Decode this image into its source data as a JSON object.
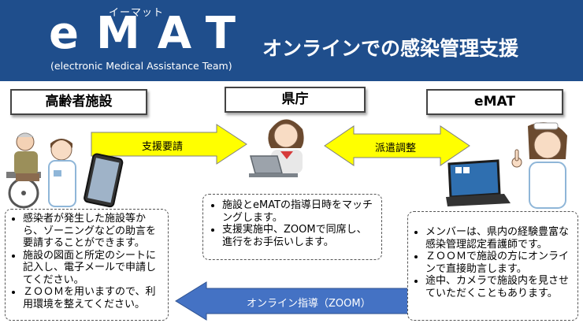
{
  "header": {
    "brand_ruby": "イーマット",
    "brand": "eMAT",
    "brand_full": "(electronic Medical Assistance Team)",
    "headline": "オンラインでの感染管理支援"
  },
  "nodes": {
    "facility": "高齢者施設",
    "prefecture": "県庁",
    "emat": "eMAT"
  },
  "arrows": {
    "request": "支援要請",
    "coordination": "派遣調整",
    "online_guidance": "オンライン指導（ZOOM）"
  },
  "notes": {
    "facility": [
      "感染者が発生した施設等から、ゾーニングなどの助言を要請することができます。",
      "施設の図面と所定のシートに記入し、電子メールで申請してください。",
      "ＺＯＯＭを用いますので、利用環境を整えてください。"
    ],
    "prefecture": [
      "施設とeMATの指導日時をマッチングします。",
      "支援実施中、ZOOMで同席し、進行をお手伝いします。"
    ],
    "emat": [
      "メンバーは、県内の経験豊富な感染管理認定看護師です。",
      "ＺＯＯＭで施設の方にオンラインで直接助言します。",
      "途中、カメラで施設内を見させていただくこともあります。"
    ]
  },
  "colors": {
    "banner": "#1f4e8c",
    "yellow_arrow": "#ffff00",
    "blue_arrow": "#4472c4"
  }
}
